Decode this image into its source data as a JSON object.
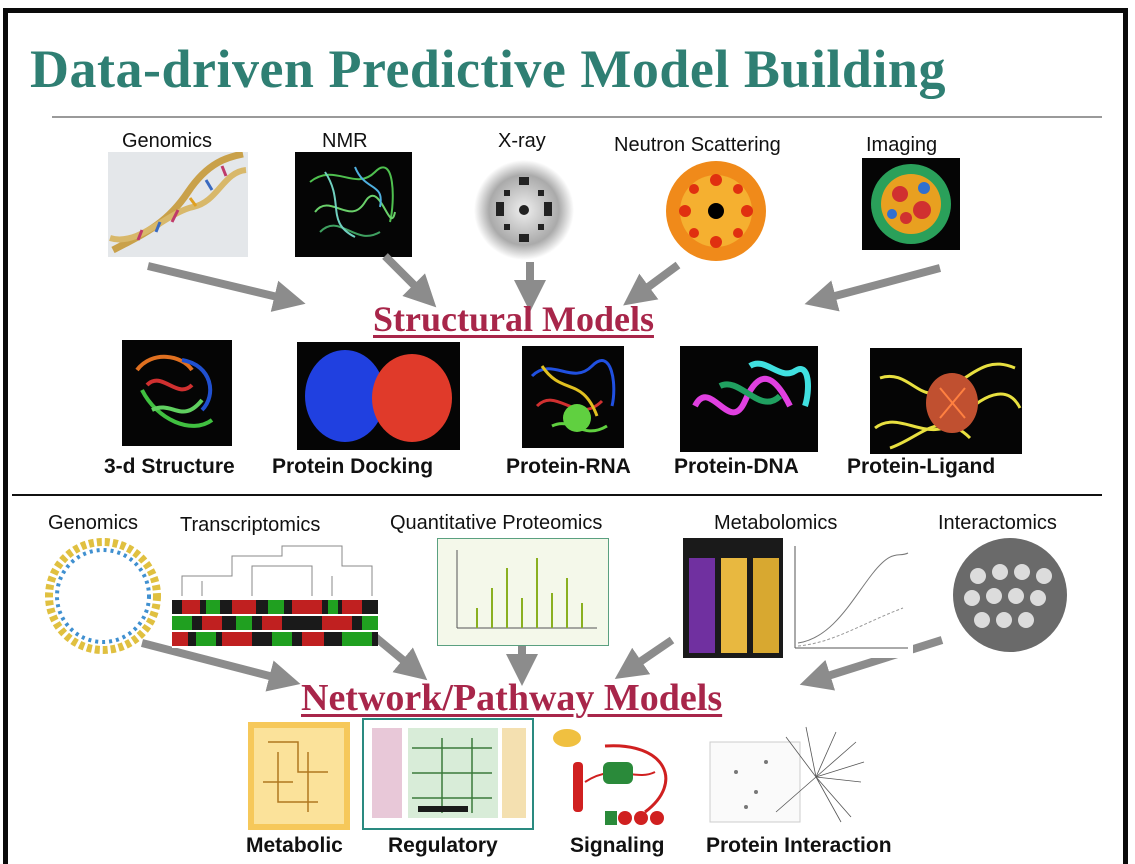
{
  "title": "Data-driven Predictive Model Building",
  "colors": {
    "title": "#2f7f73",
    "section": "#a8264a",
    "arrow": "#8c8c8c"
  },
  "structural": {
    "sources": [
      "Genomics",
      "NMR",
      "X-ray",
      "Neutron Scattering",
      "Imaging"
    ],
    "heading": "Structural Models",
    "models": [
      "3-d Structure",
      "Protein Docking",
      "Protein-RNA",
      "Protein-DNA",
      "Protein-Ligand"
    ]
  },
  "network": {
    "sources": [
      "Genomics",
      "Transcriptomics",
      "Quantitative Proteomics",
      "Metabolomics",
      "Interactomics"
    ],
    "heading": "Network/Pathway Models",
    "models": [
      "Metabolic",
      "Regulatory",
      "Signaling",
      "Protein Interaction"
    ]
  }
}
